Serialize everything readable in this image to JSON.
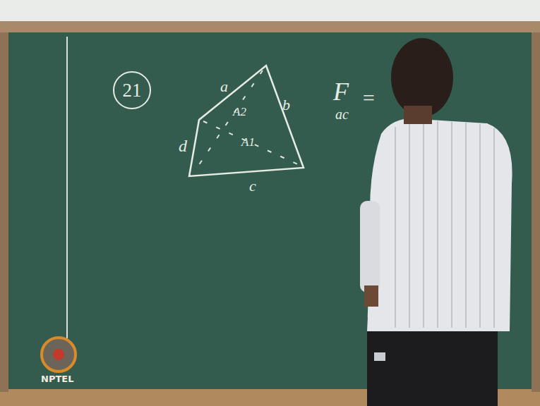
{
  "diagram": {
    "nodes": [
      {
        "text": [
          "21"
        ]
      }
    ],
    "labels": [
      "a",
      "b",
      "c",
      "d",
      "A2",
      "A1",
      "F",
      "ac",
      "=",
      "NPTEL"
    ]
  }
}
